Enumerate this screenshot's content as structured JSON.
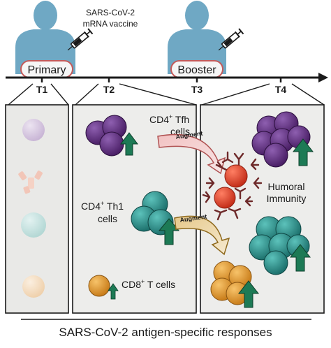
{
  "vaccine_label_line1": "SARS-CoV-2",
  "vaccine_label_line2": "mRNA vaccine",
  "dose_primary": "Primary",
  "dose_booster": "Booster",
  "timepoints": [
    "T1",
    "T2",
    "T3",
    "T4"
  ],
  "cells": {
    "tfh_line1": "CD4",
    "tfh_sup": "+",
    "tfh_rest": " Tfh",
    "tfh_line2": "cells",
    "th1_line1": "CD4",
    "th1_sup": "+",
    "th1_rest": " Th1",
    "th1_line2": "cells",
    "cd8_main": "CD8",
    "cd8_sup": "+",
    "cd8_rest": " T cells"
  },
  "augment_label": "Augment",
  "humoral_line1": "Humoral",
  "humoral_line2": "Immunity",
  "footer": "SARS-CoV-2 antigen-specific responses",
  "colors": {
    "skin": "#6fa8c4",
    "tfh": "#5b2a7a",
    "th1": "#2a8f8a",
    "cd8": "#e39a2f",
    "arrow_green": "#1d7a55",
    "b_cell": "#e0432a",
    "dose_oval": "#c45a5a",
    "panel_fill": "#e9e9e7"
  },
  "icons": [
    "person-icon",
    "syringe-icon",
    "timeline-arrow",
    "up-arrow-icon",
    "antibody-icon"
  ]
}
